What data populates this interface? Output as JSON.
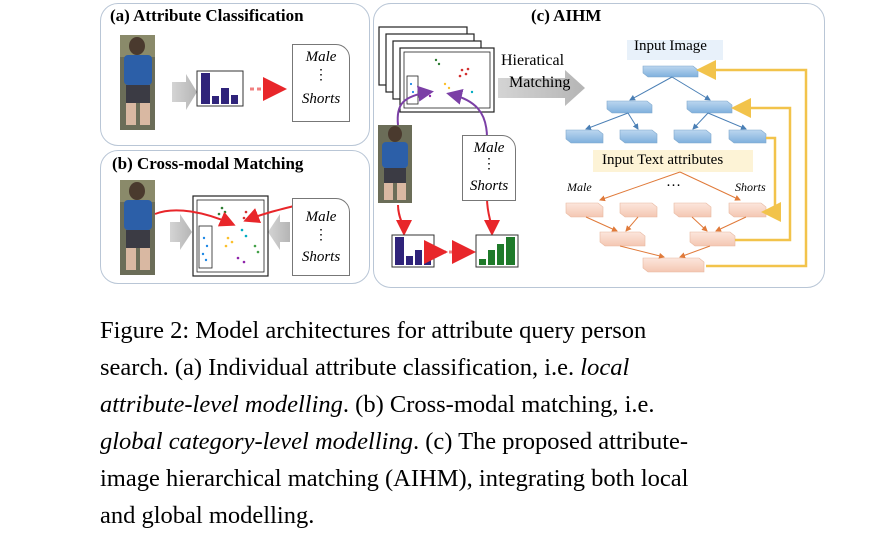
{
  "figure": {
    "panel_a": {
      "title": "(a) Attribute Classification",
      "attr_top": "Male",
      "attr_dots": "⋮",
      "attr_bottom": "Shorts"
    },
    "panel_b": {
      "title": "(b) Cross-modal Matching",
      "attr_top": "Male",
      "attr_dots": "⋮",
      "attr_bottom": "Shorts"
    },
    "panel_c": {
      "title": "(c) AIHM",
      "matching_line1": "Hieratical",
      "matching_line2": "Matching",
      "input_image": "Input Image",
      "input_text": "Input Text attributes",
      "attr_male": "Male",
      "attr_ellipsis": "…",
      "attr_shorts": "Shorts",
      "doc_top": "Male",
      "doc_dots": "⋮",
      "doc_bottom": "Shorts"
    },
    "colors": {
      "panel_border": "#b9c6d6",
      "blue_block": "#9cc2e5",
      "peach_block": "#f8d6c6",
      "gold_arrow": "#f2c34b",
      "red_arrow": "#e8262a",
      "purple_arrow": "#7b3fa6",
      "bar_navy": "#2f237a",
      "bar_green": "#1f7a2a"
    }
  },
  "caption": {
    "l1": "Figure 2:  Model architectures for attribute query person",
    "l2a": "search.  (a) Individual attribute classification, i.e.  ",
    "l2b": "local",
    "l3a": "attribute-level modelling",
    "l3b": ".  (b) Cross-modal matching, i.e.",
    "l4a": "global category-level modelling",
    "l4b": ". (c) The proposed attribute-",
    "l5": "image hierarchical matching (AIHM), integrating both local",
    "l6": "and global modelling."
  }
}
